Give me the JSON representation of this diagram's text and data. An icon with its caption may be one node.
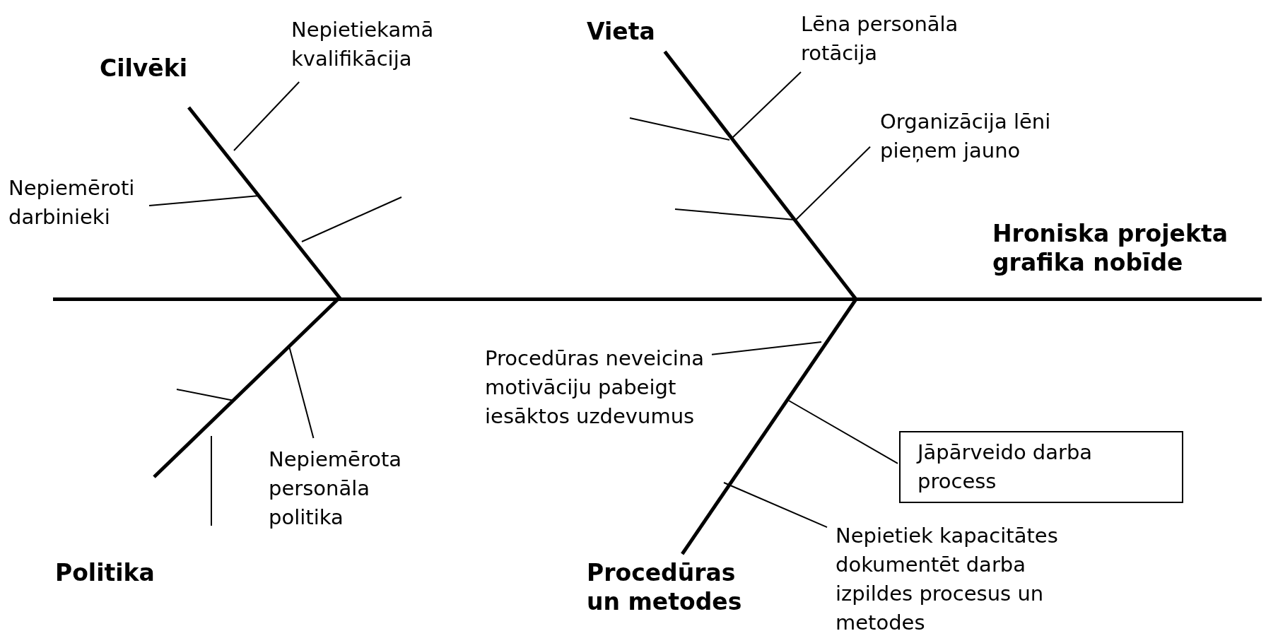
{
  "diagram": {
    "nodes": [
      {
        "text": [
          "Cilvēki"
        ]
      },
      {
        "text": [
          "Nepietiekamā kvalifikācija"
        ]
      },
      {
        "text": [
          "Vieta"
        ]
      },
      {
        "text": [
          "Lēna personāla rotācija"
        ]
      },
      {
        "text": [
          "Organizācija lēni pieņem jauno"
        ]
      },
      {
        "text": [
          "Nepiemēroti darbinieki"
        ]
      },
      {
        "text": [
          "Hroniska projekta grafika nobīde"
        ]
      },
      {
        "text": [],
        "shape": "bar"
      },
      {
        "text": [
          "Procedūras neveicina motivāciju pabeigt iesāktos uzdevumus"
        ]
      },
      {
        "text": [
          "Jāpārveido darba process"
        ]
      },
      {
        "text": [
          "Nepiemērota personāla politika"
        ]
      },
      {
        "text": [
          "Nepietiek kapacitātes dokumentēt darba izpildes procesus un metodes"
        ]
      },
      {
        "text": [
          "Politika"
        ]
      },
      {
        "text": [
          "Procedūras un metodes"
        ]
      }
    ],
    "edges": [
      {
        "from": 0,
        "to": 7,
        "arrow": "none",
        "style": "thick"
      },
      {
        "from": 2,
        "to": 7,
        "arrow": "none",
        "style": "thick"
      },
      {
        "from": 12,
        "to": 7,
        "arrow": "none",
        "style": "thick"
      },
      {
        "from": 13,
        "to": 7,
        "arrow": "none",
        "style": "thick"
      },
      {
        "from": 1,
        "to": null,
        "arrow": "none"
      },
      {
        "from": 5,
        "to": null,
        "arrow": "none"
      },
      {
        "from": 3,
        "to": null,
        "arrow": "none"
      },
      {
        "from": 4,
        "to": null,
        "arrow": "none"
      },
      {
        "from": 8,
        "to": null,
        "arrow": "none"
      },
      {
        "from": 9,
        "to": null,
        "arrow": "none"
      },
      {
        "from": 10,
        "to": null,
        "arrow": "none"
      },
      {
        "from": 11,
        "to": null,
        "arrow": "none"
      }
    ]
  }
}
